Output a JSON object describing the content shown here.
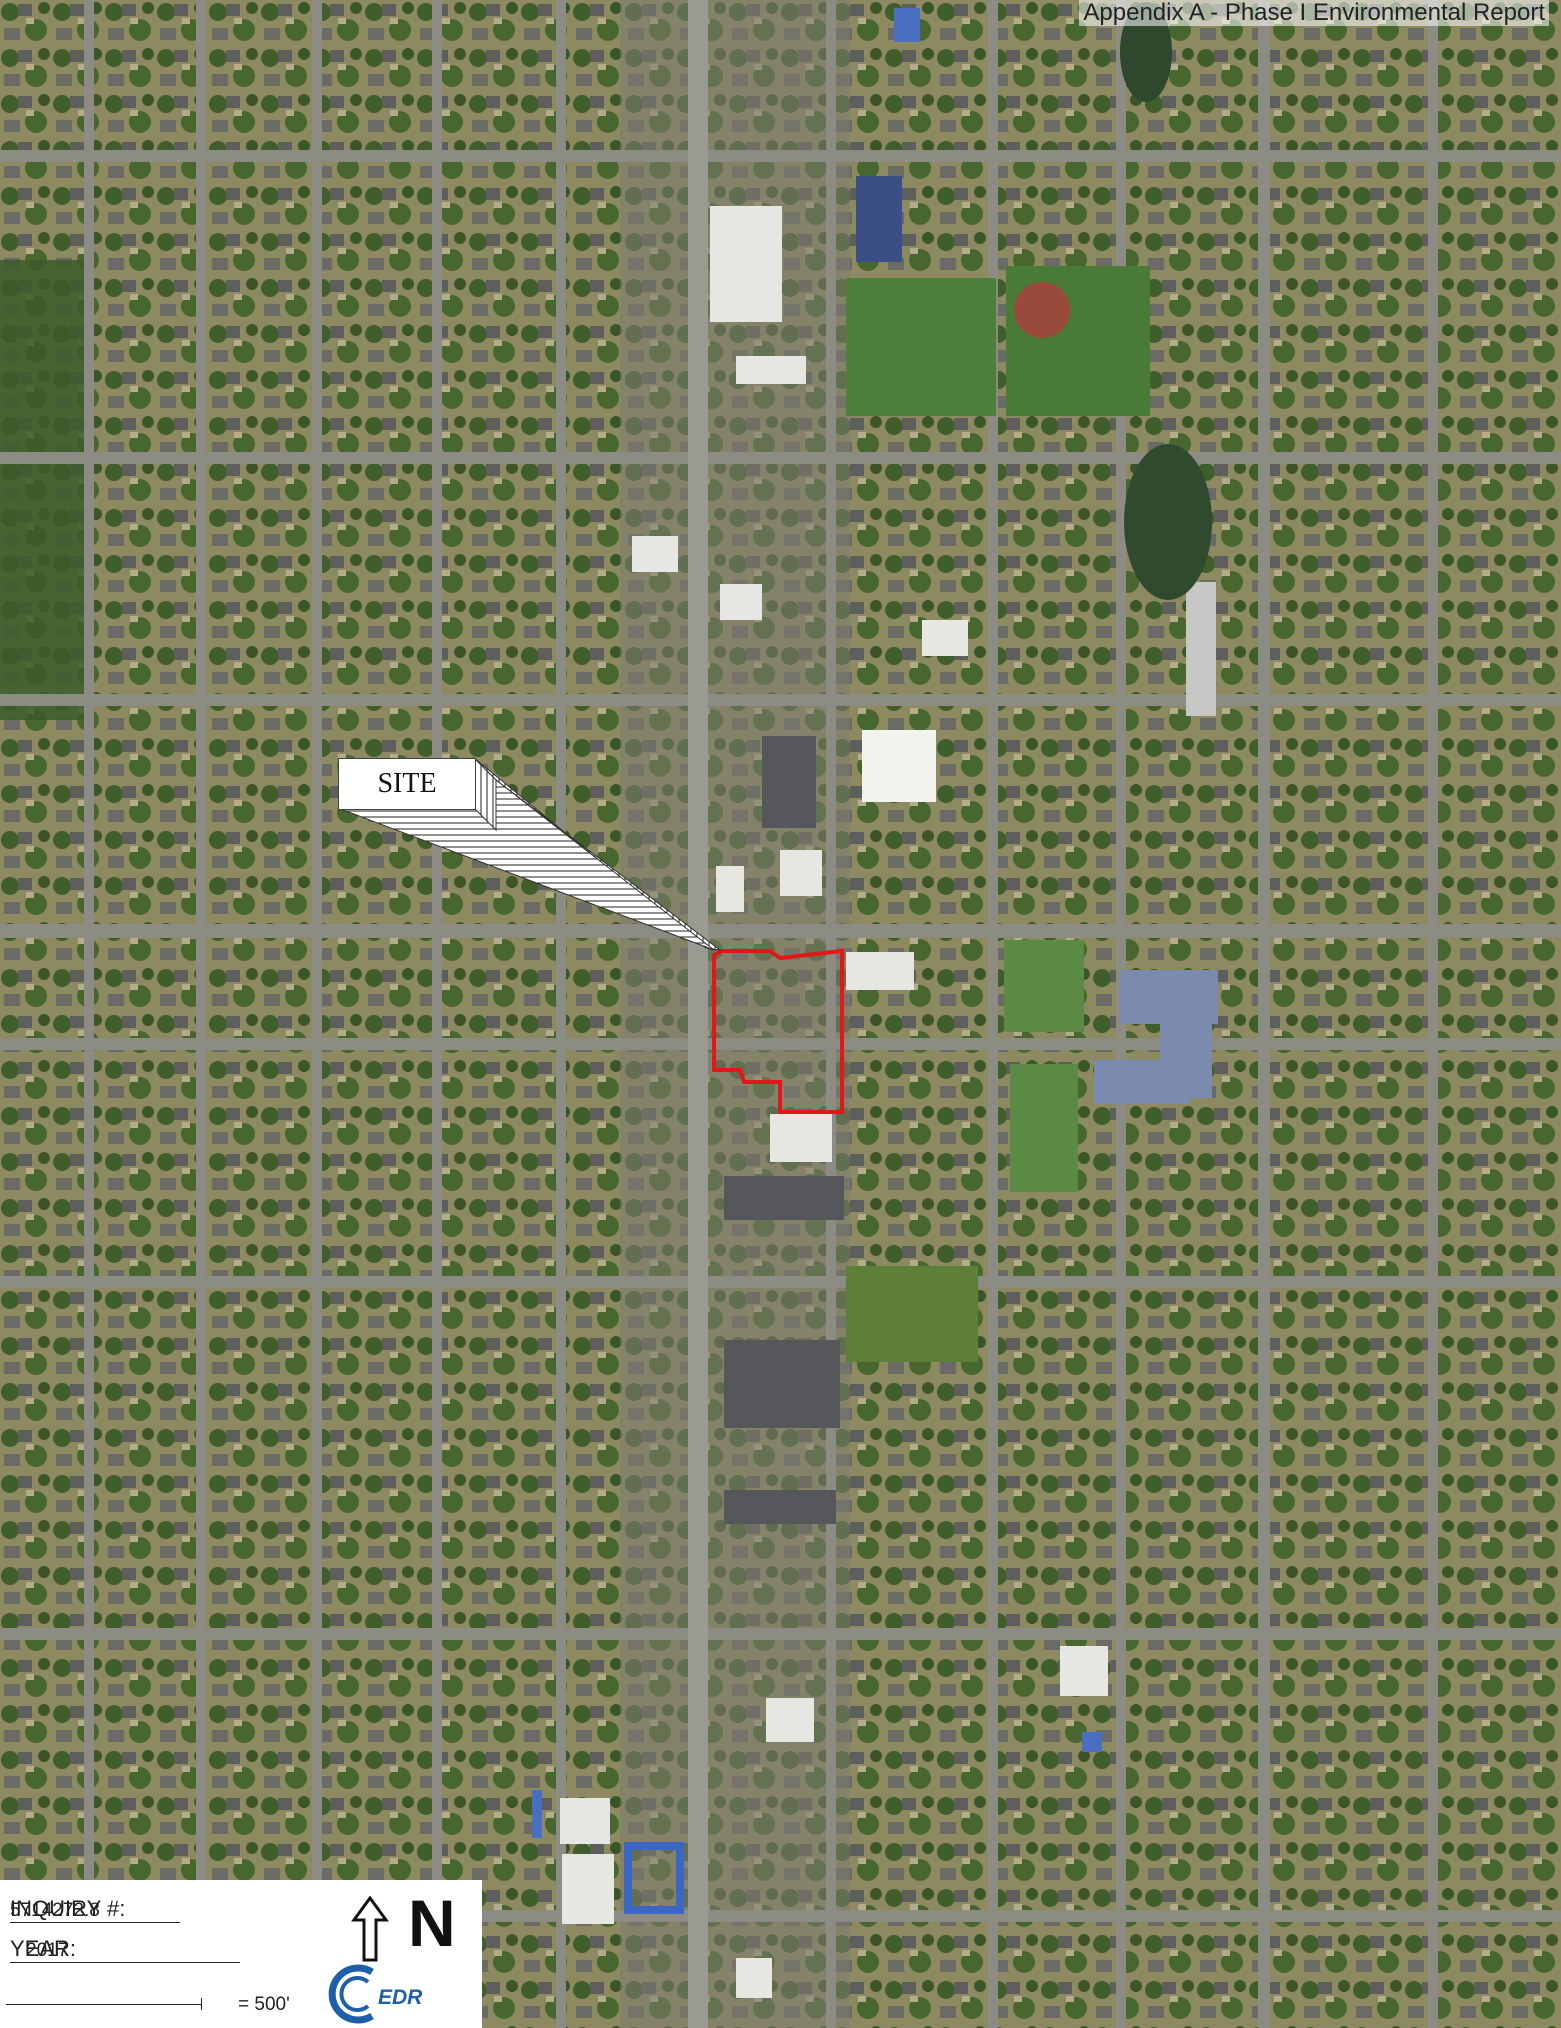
{
  "header": {
    "title": "Appendix A - Phase I Environmental Report"
  },
  "site": {
    "label": "SITE"
  },
  "legend": {
    "inquiry_label": "INQUIRY #:",
    "inquiry_value": "5714272.8",
    "year_label": "YEAR:",
    "year_value": "2017",
    "scale_text": "= 500'",
    "north_label": "N",
    "logo_text": "EDR"
  },
  "colors": {
    "site_boundary": "#e01818",
    "road": "#8c8c84",
    "vegetation": "#4b6b32",
    "ground": "#a89a70"
  }
}
